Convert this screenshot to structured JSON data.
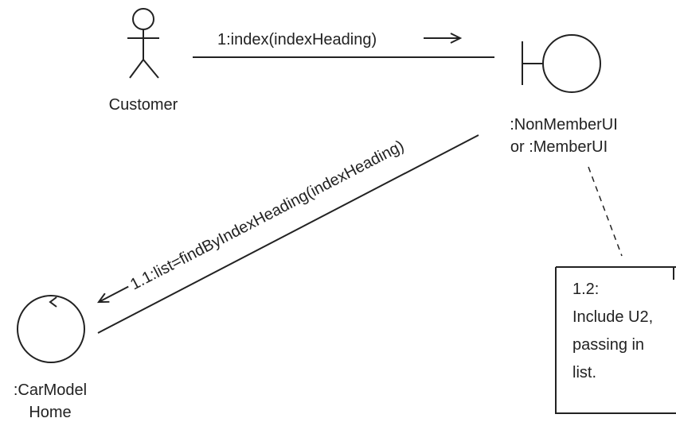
{
  "actor": {
    "name": "Customer"
  },
  "boundary": {
    "line1": ":NonMemberUI",
    "line2": "or :MemberUI"
  },
  "control": {
    "line1": ":CarModel",
    "line2": "Home"
  },
  "messages": {
    "m1": "1:index(indexHeading)",
    "m2": "1.1:list=findByIndexHeading(indexHeading)"
  },
  "note": {
    "lines": [
      "1.2:",
      "Include U2,",
      "passing in",
      "list."
    ]
  }
}
